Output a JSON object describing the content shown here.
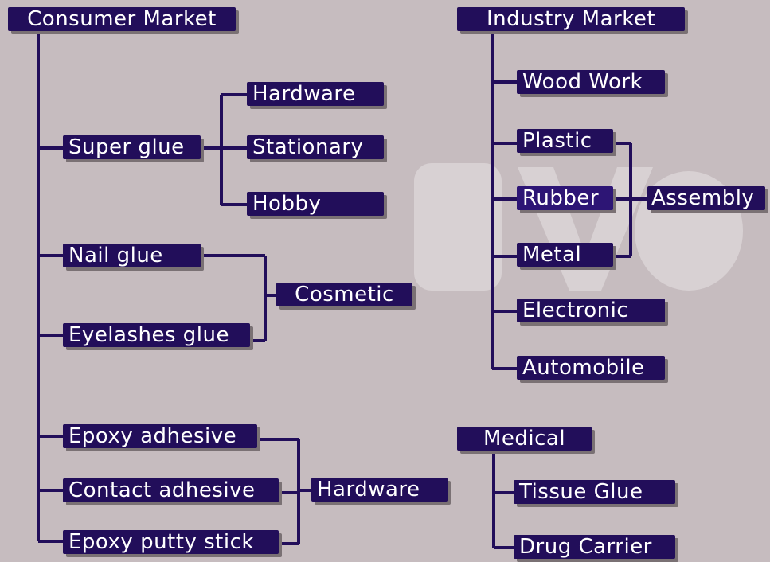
{
  "consumer": {
    "title": "Consumer Market",
    "super_glue": "Super glue",
    "super_glue_children": [
      "Hardware",
      "Stationary",
      "Hobby"
    ],
    "nail_glue": "Nail glue",
    "eyelashes_glue": "Eyelashes glue",
    "cosmetic": "Cosmetic",
    "epoxy_adhesive": "Epoxy adhesive",
    "contact_adhesive": "Contact adhesive",
    "epoxy_putty_stick": "Epoxy putty stick",
    "hardware": "Hardware"
  },
  "industry": {
    "title": "Industry Market",
    "wood_work": "Wood Work",
    "plastic": "Plastic",
    "rubber": "Rubber",
    "metal": "Metal",
    "assembly": "Assembly",
    "electronic": "Electronic",
    "automobile": "Automobile"
  },
  "medical": {
    "title": "Medical",
    "tissue_glue": "Tissue Glue",
    "drug_carrier": "Drug Carrier"
  },
  "colors": {
    "node_fill": "#220e5a",
    "connector": "#220e5a",
    "background": "#c6bcbf",
    "text": "#ffffff"
  }
}
